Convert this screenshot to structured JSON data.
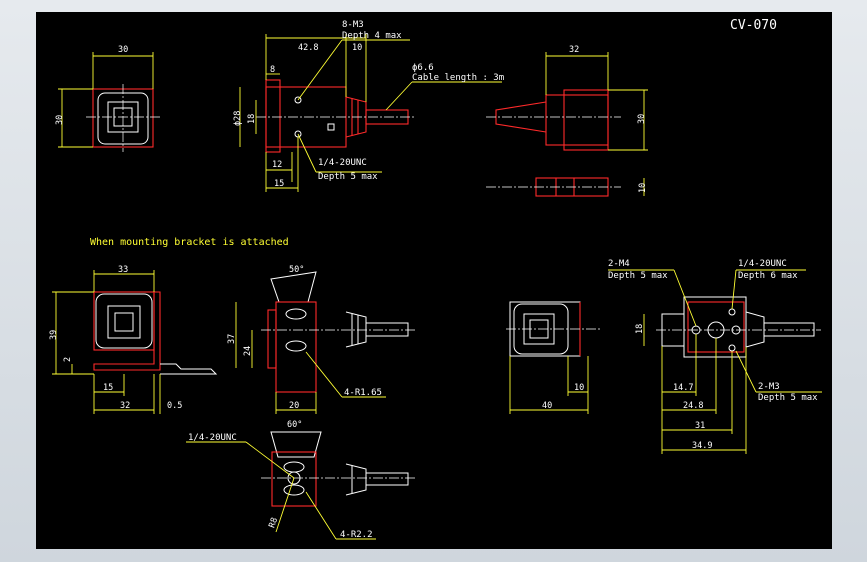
{
  "drawing": {
    "title": "CV-070",
    "note": "When mounting bracket is attached"
  },
  "callouts": {
    "m3_top": "8-M3",
    "m3_top_depth": "Depth 4 max",
    "cable_dia": "ϕ6.6",
    "cable_len": "Cable length : 3m",
    "unc_side": "1/4-20UNC",
    "unc_side_depth": "Depth 5 max",
    "m4": "2-M4",
    "m4_depth": "Depth 5 max",
    "unc_right": "1/4-20UNC",
    "unc_right_depth": "Depth 6 max",
    "m3_right": "2-M3",
    "m3_right_depth": "Depth 5 max",
    "r165": "4-R1.65",
    "r22": "4-R2.2",
    "unc_bottom": "1/4-20UNC",
    "r8": "R8"
  },
  "dims": {
    "d30w": "30",
    "d30h": "30",
    "d42_8": "42.8",
    "d10a": "10",
    "d8": "8",
    "d28": "ϕ28",
    "d18a": "18",
    "d12": "12",
    "d15a": "15",
    "d32a": "32",
    "d30r": "30",
    "d10b": "10",
    "d33": "33",
    "d39": "39",
    "d2": "2",
    "d15b": "15",
    "d32b": "32",
    "d0_5": "0.5",
    "ang50": "50°",
    "d37": "37",
    "d24": "24",
    "d20": "20",
    "d40": "40",
    "d10c": "10",
    "d18b": "18",
    "d14_7": "14.7",
    "d24_8": "24.8",
    "d31": "31",
    "d34_9": "34.9",
    "ang60": "60°"
  }
}
